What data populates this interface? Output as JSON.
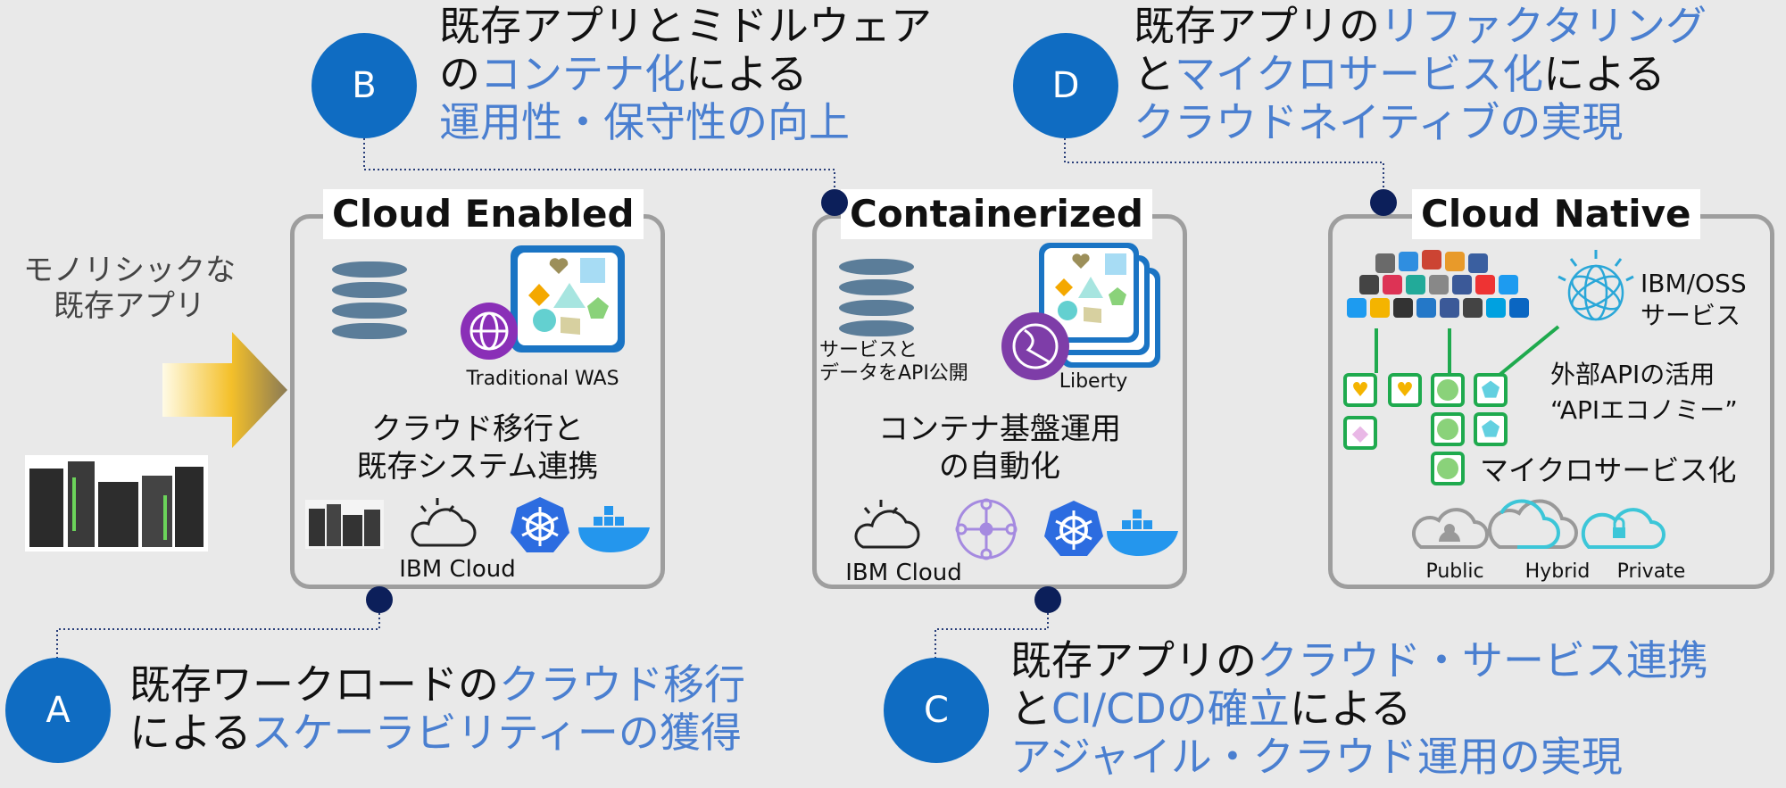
{
  "panels": {
    "enabled": {
      "title": "Cloud Enabled",
      "app_label": "Traditional WAS",
      "caption_line1": "クラウド移行と",
      "caption_line2": "既存システム連携",
      "cloud_label": "IBM Cloud"
    },
    "containerized": {
      "title": "Containerized",
      "api_label_line1": "サービスと",
      "api_label_line2": "データをAPI公開",
      "app_label": "Liberty",
      "caption_line1": "コンテナ基盤運用",
      "caption_line2": "の自動化",
      "cloud_label": "IBM Cloud"
    },
    "native": {
      "title": "Cloud Native",
      "ibm_label_line1": "IBM/OSS",
      "ibm_label_line2": "サービス",
      "api_line1": "外部APIの活用",
      "api_line2": "“APIエコノミー”",
      "micro_label": "マイクロサービス化",
      "cloud_types": [
        "Public",
        "Hybrid",
        "Private"
      ]
    }
  },
  "monolith": {
    "line1": "モノリシックな",
    "line2": "既存アプリ"
  },
  "callouts": {
    "A": {
      "badge": "A",
      "line1_a": "既存ワークロードの",
      "line1_b": "クラウド移行",
      "line2_a": "による",
      "line2_b": "スケーラビリティーの獲得"
    },
    "B": {
      "badge": "B",
      "line1": "既存アプリとミドルウェア",
      "line2_a": "の",
      "line2_b": "コンテナ化",
      "line2_c": "による",
      "line3": "運用性・保守性の向上"
    },
    "C": {
      "badge": "C",
      "line1_a": "既存アプリの",
      "line1_b": "クラウド・サービス連携",
      "line2_a": "と",
      "line2_b": "CI/CDの確立",
      "line2_c": "による",
      "line3": "アジャイル・クラウド運用の実現"
    },
    "D": {
      "badge": "D",
      "line1_a": "既存アプリの",
      "line1_b": "リファクタリング",
      "line2_a": "と",
      "line2_b": "マイクロサービス化",
      "line2_c": "による",
      "line3": "クラウドネイティブの実現"
    }
  },
  "colors": {
    "badge": "#0f6cc2",
    "highlight": "#4a7fd0",
    "panel_border": "#9e9e9e",
    "micro_green": "#1faa4e"
  }
}
